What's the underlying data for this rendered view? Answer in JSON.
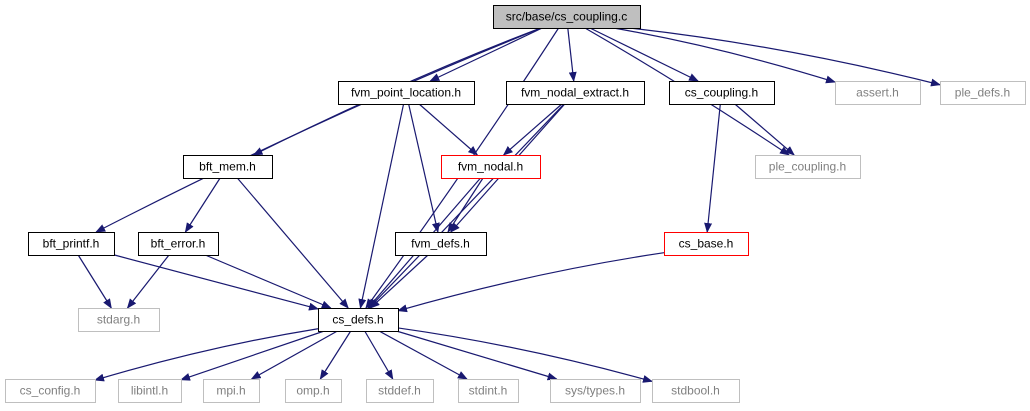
{
  "nodes": [
    {
      "id": "root",
      "label": "src/base/cs_coupling.c",
      "style": "root"
    },
    {
      "id": "fvm_point_location",
      "label": "fvm_point_location.h",
      "style": "normal"
    },
    {
      "id": "fvm_nodal_extract",
      "label": "fvm_nodal_extract.h",
      "style": "normal"
    },
    {
      "id": "cs_coupling_h",
      "label": "cs_coupling.h",
      "style": "normal"
    },
    {
      "id": "assert",
      "label": "assert.h",
      "style": "external"
    },
    {
      "id": "ple_defs",
      "label": "ple_defs.h",
      "style": "external"
    },
    {
      "id": "bft_mem",
      "label": "bft_mem.h",
      "style": "normal"
    },
    {
      "id": "fvm_nodal",
      "label": "fvm_nodal.h",
      "style": "incomplete"
    },
    {
      "id": "ple_coupling",
      "label": "ple_coupling.h",
      "style": "external"
    },
    {
      "id": "bft_printf",
      "label": "bft_printf.h",
      "style": "normal"
    },
    {
      "id": "bft_error",
      "label": "bft_error.h",
      "style": "normal"
    },
    {
      "id": "fvm_defs",
      "label": "fvm_defs.h",
      "style": "normal"
    },
    {
      "id": "cs_base",
      "label": "cs_base.h",
      "style": "incomplete"
    },
    {
      "id": "stdarg",
      "label": "stdarg.h",
      "style": "external"
    },
    {
      "id": "cs_defs",
      "label": "cs_defs.h",
      "style": "normal"
    },
    {
      "id": "cs_config",
      "label": "cs_config.h",
      "style": "external"
    },
    {
      "id": "libintl",
      "label": "libintl.h",
      "style": "external"
    },
    {
      "id": "mpi",
      "label": "mpi.h",
      "style": "external"
    },
    {
      "id": "omp",
      "label": "omp.h",
      "style": "external"
    },
    {
      "id": "stddef",
      "label": "stddef.h",
      "style": "external"
    },
    {
      "id": "stdint",
      "label": "stdint.h",
      "style": "external"
    },
    {
      "id": "sys_types",
      "label": "sys/types.h",
      "style": "external"
    },
    {
      "id": "stdbool",
      "label": "stdbool.h",
      "style": "external"
    }
  ],
  "edges": [
    [
      "root",
      "fvm_point_location"
    ],
    [
      "root",
      "fvm_nodal_extract"
    ],
    [
      "root",
      "cs_coupling_h"
    ],
    [
      "root",
      "assert"
    ],
    [
      "root",
      "ple_defs"
    ],
    [
      "root",
      "bft_mem"
    ],
    [
      "root",
      "bft_printf"
    ],
    [
      "root",
      "ple_coupling"
    ],
    [
      "root",
      "cs_defs"
    ],
    [
      "fvm_point_location",
      "fvm_nodal"
    ],
    [
      "fvm_point_location",
      "fvm_defs"
    ],
    [
      "fvm_point_location",
      "cs_defs"
    ],
    [
      "fvm_nodal_extract",
      "fvm_nodal"
    ],
    [
      "fvm_nodal_extract",
      "fvm_defs"
    ],
    [
      "fvm_nodal_extract",
      "cs_defs"
    ],
    [
      "cs_coupling_h",
      "ple_coupling"
    ],
    [
      "cs_coupling_h",
      "cs_base"
    ],
    [
      "bft_mem",
      "bft_error"
    ],
    [
      "bft_mem",
      "cs_defs"
    ],
    [
      "fvm_nodal",
      "fvm_defs"
    ],
    [
      "fvm_nodal",
      "cs_defs"
    ],
    [
      "bft_printf",
      "stdarg"
    ],
    [
      "bft_printf",
      "cs_defs"
    ],
    [
      "bft_error",
      "stdarg"
    ],
    [
      "bft_error",
      "cs_defs"
    ],
    [
      "fvm_defs",
      "cs_defs"
    ],
    [
      "cs_base",
      "cs_defs"
    ],
    [
      "cs_defs",
      "cs_config"
    ],
    [
      "cs_defs",
      "libintl"
    ],
    [
      "cs_defs",
      "mpi"
    ],
    [
      "cs_defs",
      "omp"
    ],
    [
      "cs_defs",
      "stddef"
    ],
    [
      "cs_defs",
      "stdint"
    ],
    [
      "cs_defs",
      "sys_types"
    ],
    [
      "cs_defs",
      "stdbool"
    ]
  ],
  "colors": {
    "edge": "#191970",
    "border_normal": "#000000",
    "border_incomplete": "#ff0000",
    "border_external": "#bfbfbf",
    "root_fill": "#bfbfbf",
    "text_normal": "#000000",
    "text_external": "#808080"
  }
}
